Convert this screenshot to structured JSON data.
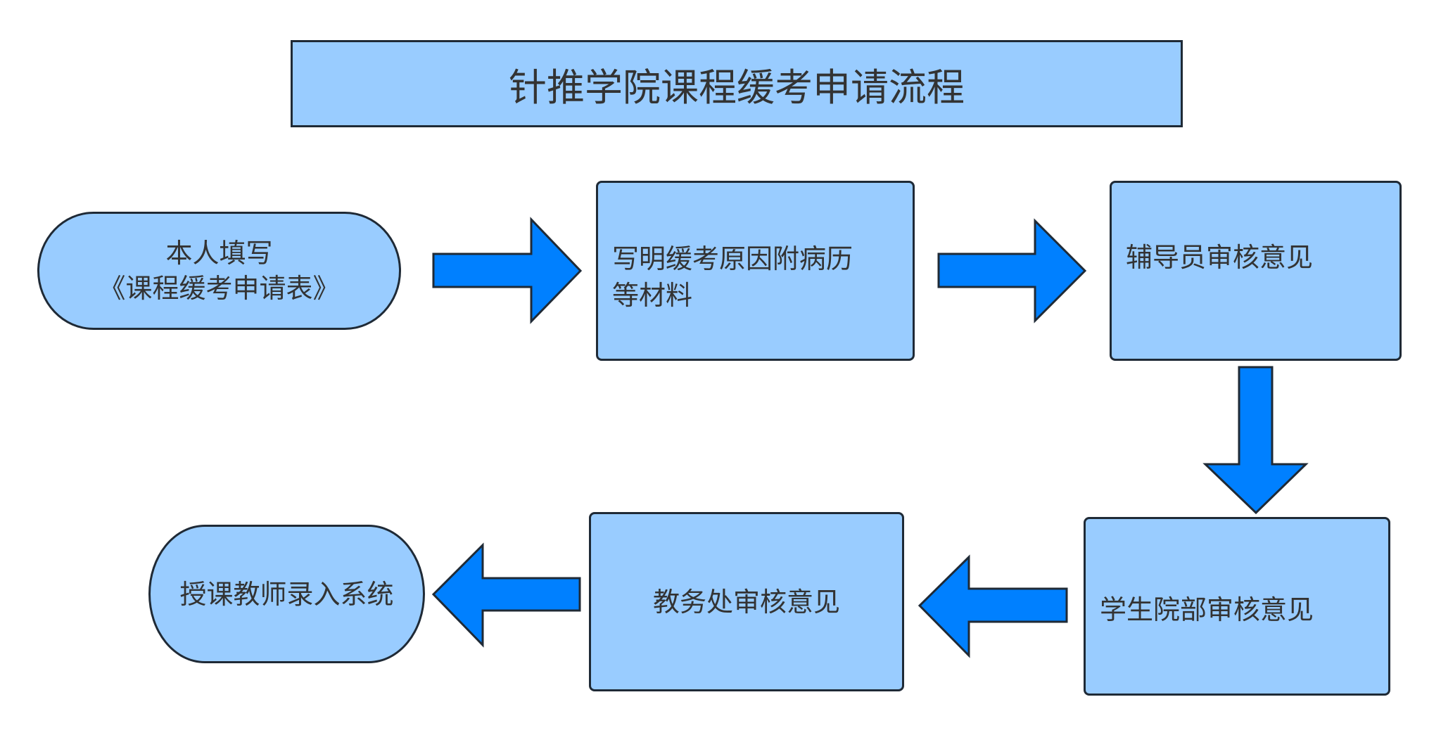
{
  "title": "针推学院课程缓考申请流程",
  "colors": {
    "node_fill": "#99CCFF",
    "node_stroke": "#1F2A36",
    "arrow_fill": "#0080FF",
    "text": "#333333"
  },
  "steps": [
    {
      "id": "step1",
      "shape": "terminal",
      "text": "本人填写\n《课程缓考申请表》"
    },
    {
      "id": "step2",
      "shape": "process",
      "text": "写明缓考原因附病历\n等材料"
    },
    {
      "id": "step3",
      "shape": "process",
      "text": "辅导员审核意见"
    },
    {
      "id": "step4",
      "shape": "process",
      "text": "学生院部审核意见"
    },
    {
      "id": "step5",
      "shape": "process",
      "text": "教务处审核意见"
    },
    {
      "id": "step6",
      "shape": "terminal",
      "text": "授课教师录入系统"
    }
  ],
  "connectors": [
    {
      "from": "step1",
      "to": "step2",
      "direction": "right"
    },
    {
      "from": "step2",
      "to": "step3",
      "direction": "right"
    },
    {
      "from": "step3",
      "to": "step4",
      "direction": "down"
    },
    {
      "from": "step4",
      "to": "step5",
      "direction": "left"
    },
    {
      "from": "step5",
      "to": "step6",
      "direction": "left"
    }
  ]
}
